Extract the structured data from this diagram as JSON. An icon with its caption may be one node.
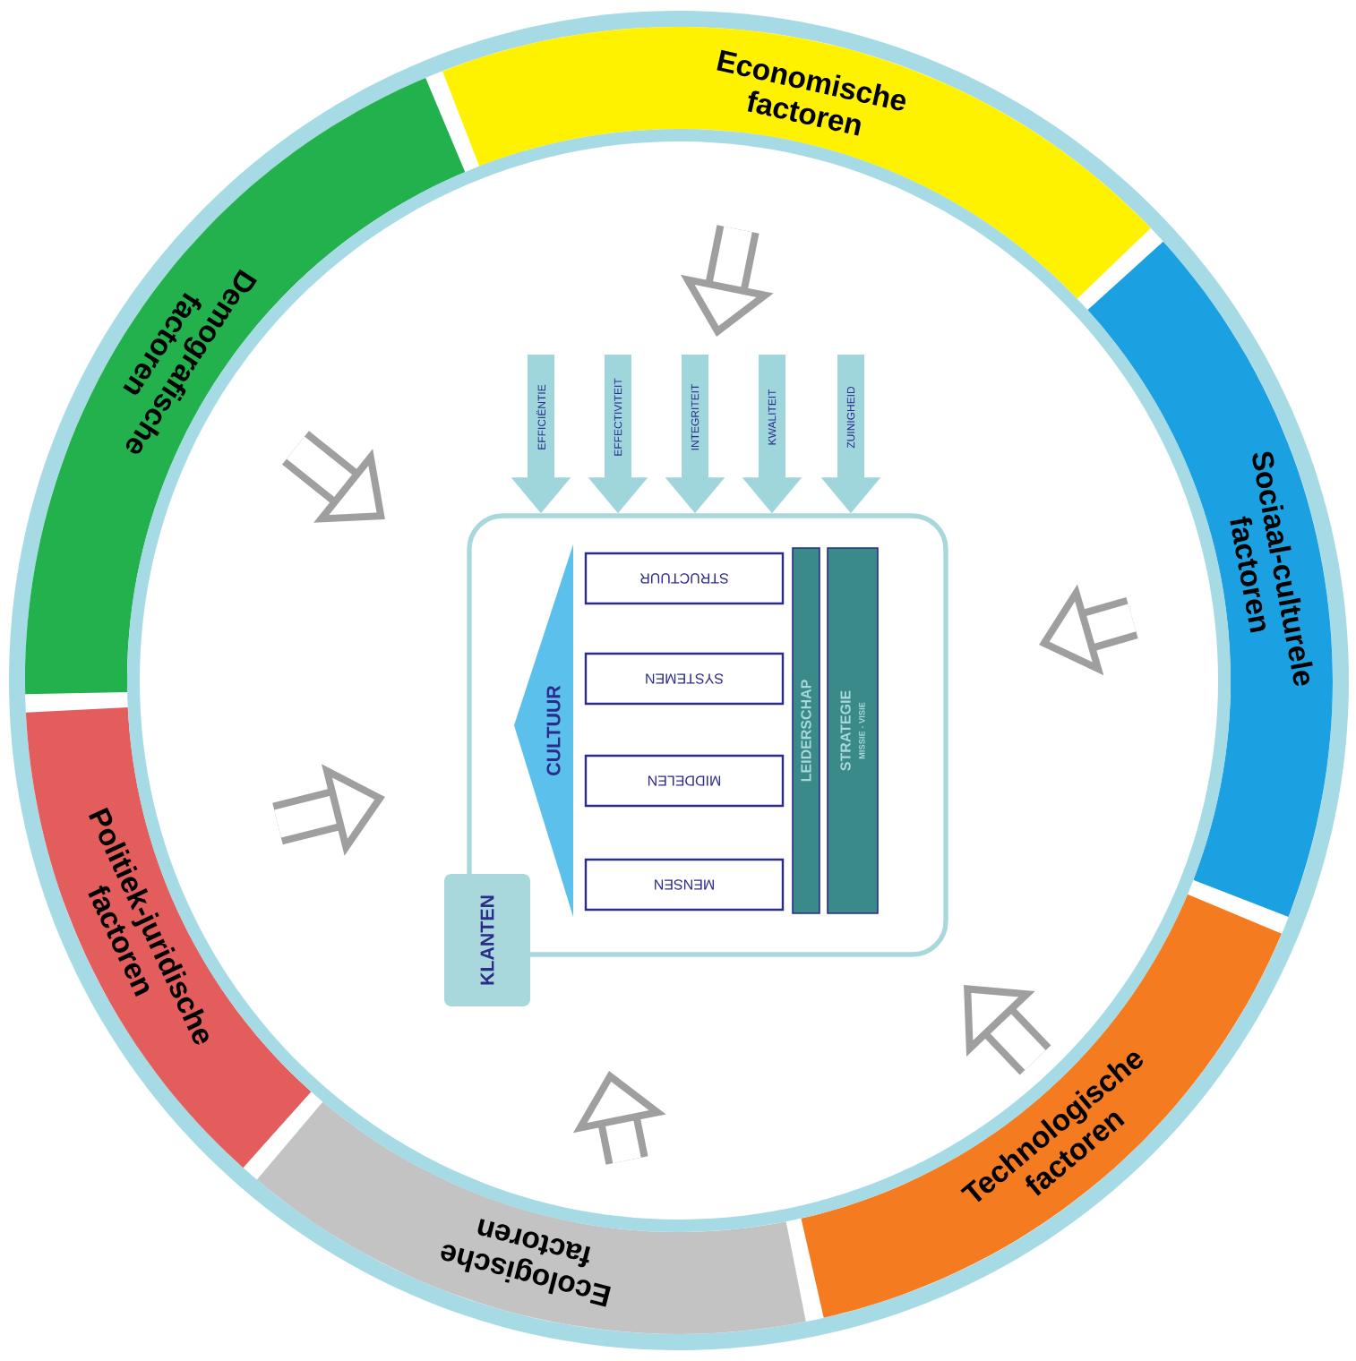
{
  "diagram": {
    "nodes": [
      {
        "text": [
          "Economische factoren"
        ]
      },
      {
        "text": [
          "Sociaal-culturele factoren"
        ]
      },
      {
        "text": [
          "Technologische factoren"
        ]
      },
      {
        "text": [
          "Ecologische factoren"
        ]
      },
      {
        "text": [
          "Politiek-juridische factoren"
        ]
      },
      {
        "text": [
          "Demografische factoren"
        ]
      },
      {
        "text": [],
        "shape": "box"
      },
      {
        "text": [
          "CULTUUR"
        ],
        "in": 6
      },
      {
        "text": [
          "STRUCTUUR"
        ],
        "in": 6
      },
      {
        "text": [
          "SYSTEMEN"
        ],
        "in": 6
      },
      {
        "text": [
          "MIDDELEN"
        ],
        "in": 6
      },
      {
        "text": [
          "MENSEN"
        ],
        "in": 6
      },
      {
        "text": [
          "LEIDERSCHAP"
        ],
        "in": 6
      },
      {
        "text": [
          "STRATEGIE",
          "MISSIE - VISIE"
        ],
        "in": 6
      },
      {
        "text": [
          "KLANTEN"
        ]
      }
    ],
    "edges": [
      {
        "from": null,
        "to": 6,
        "arrow": "to",
        "label": "EFFICIËNTIE"
      },
      {
        "from": null,
        "to": 6,
        "arrow": "to",
        "label": "EFFECTIVITEIT"
      },
      {
        "from": null,
        "to": 6,
        "arrow": "to",
        "label": "INTEGRITEIT"
      },
      {
        "from": null,
        "to": 6,
        "arrow": "to",
        "label": "KWALITEIT"
      },
      {
        "from": null,
        "to": 6,
        "arrow": "to",
        "label": "ZUINIGHEID"
      }
    ]
  }
}
